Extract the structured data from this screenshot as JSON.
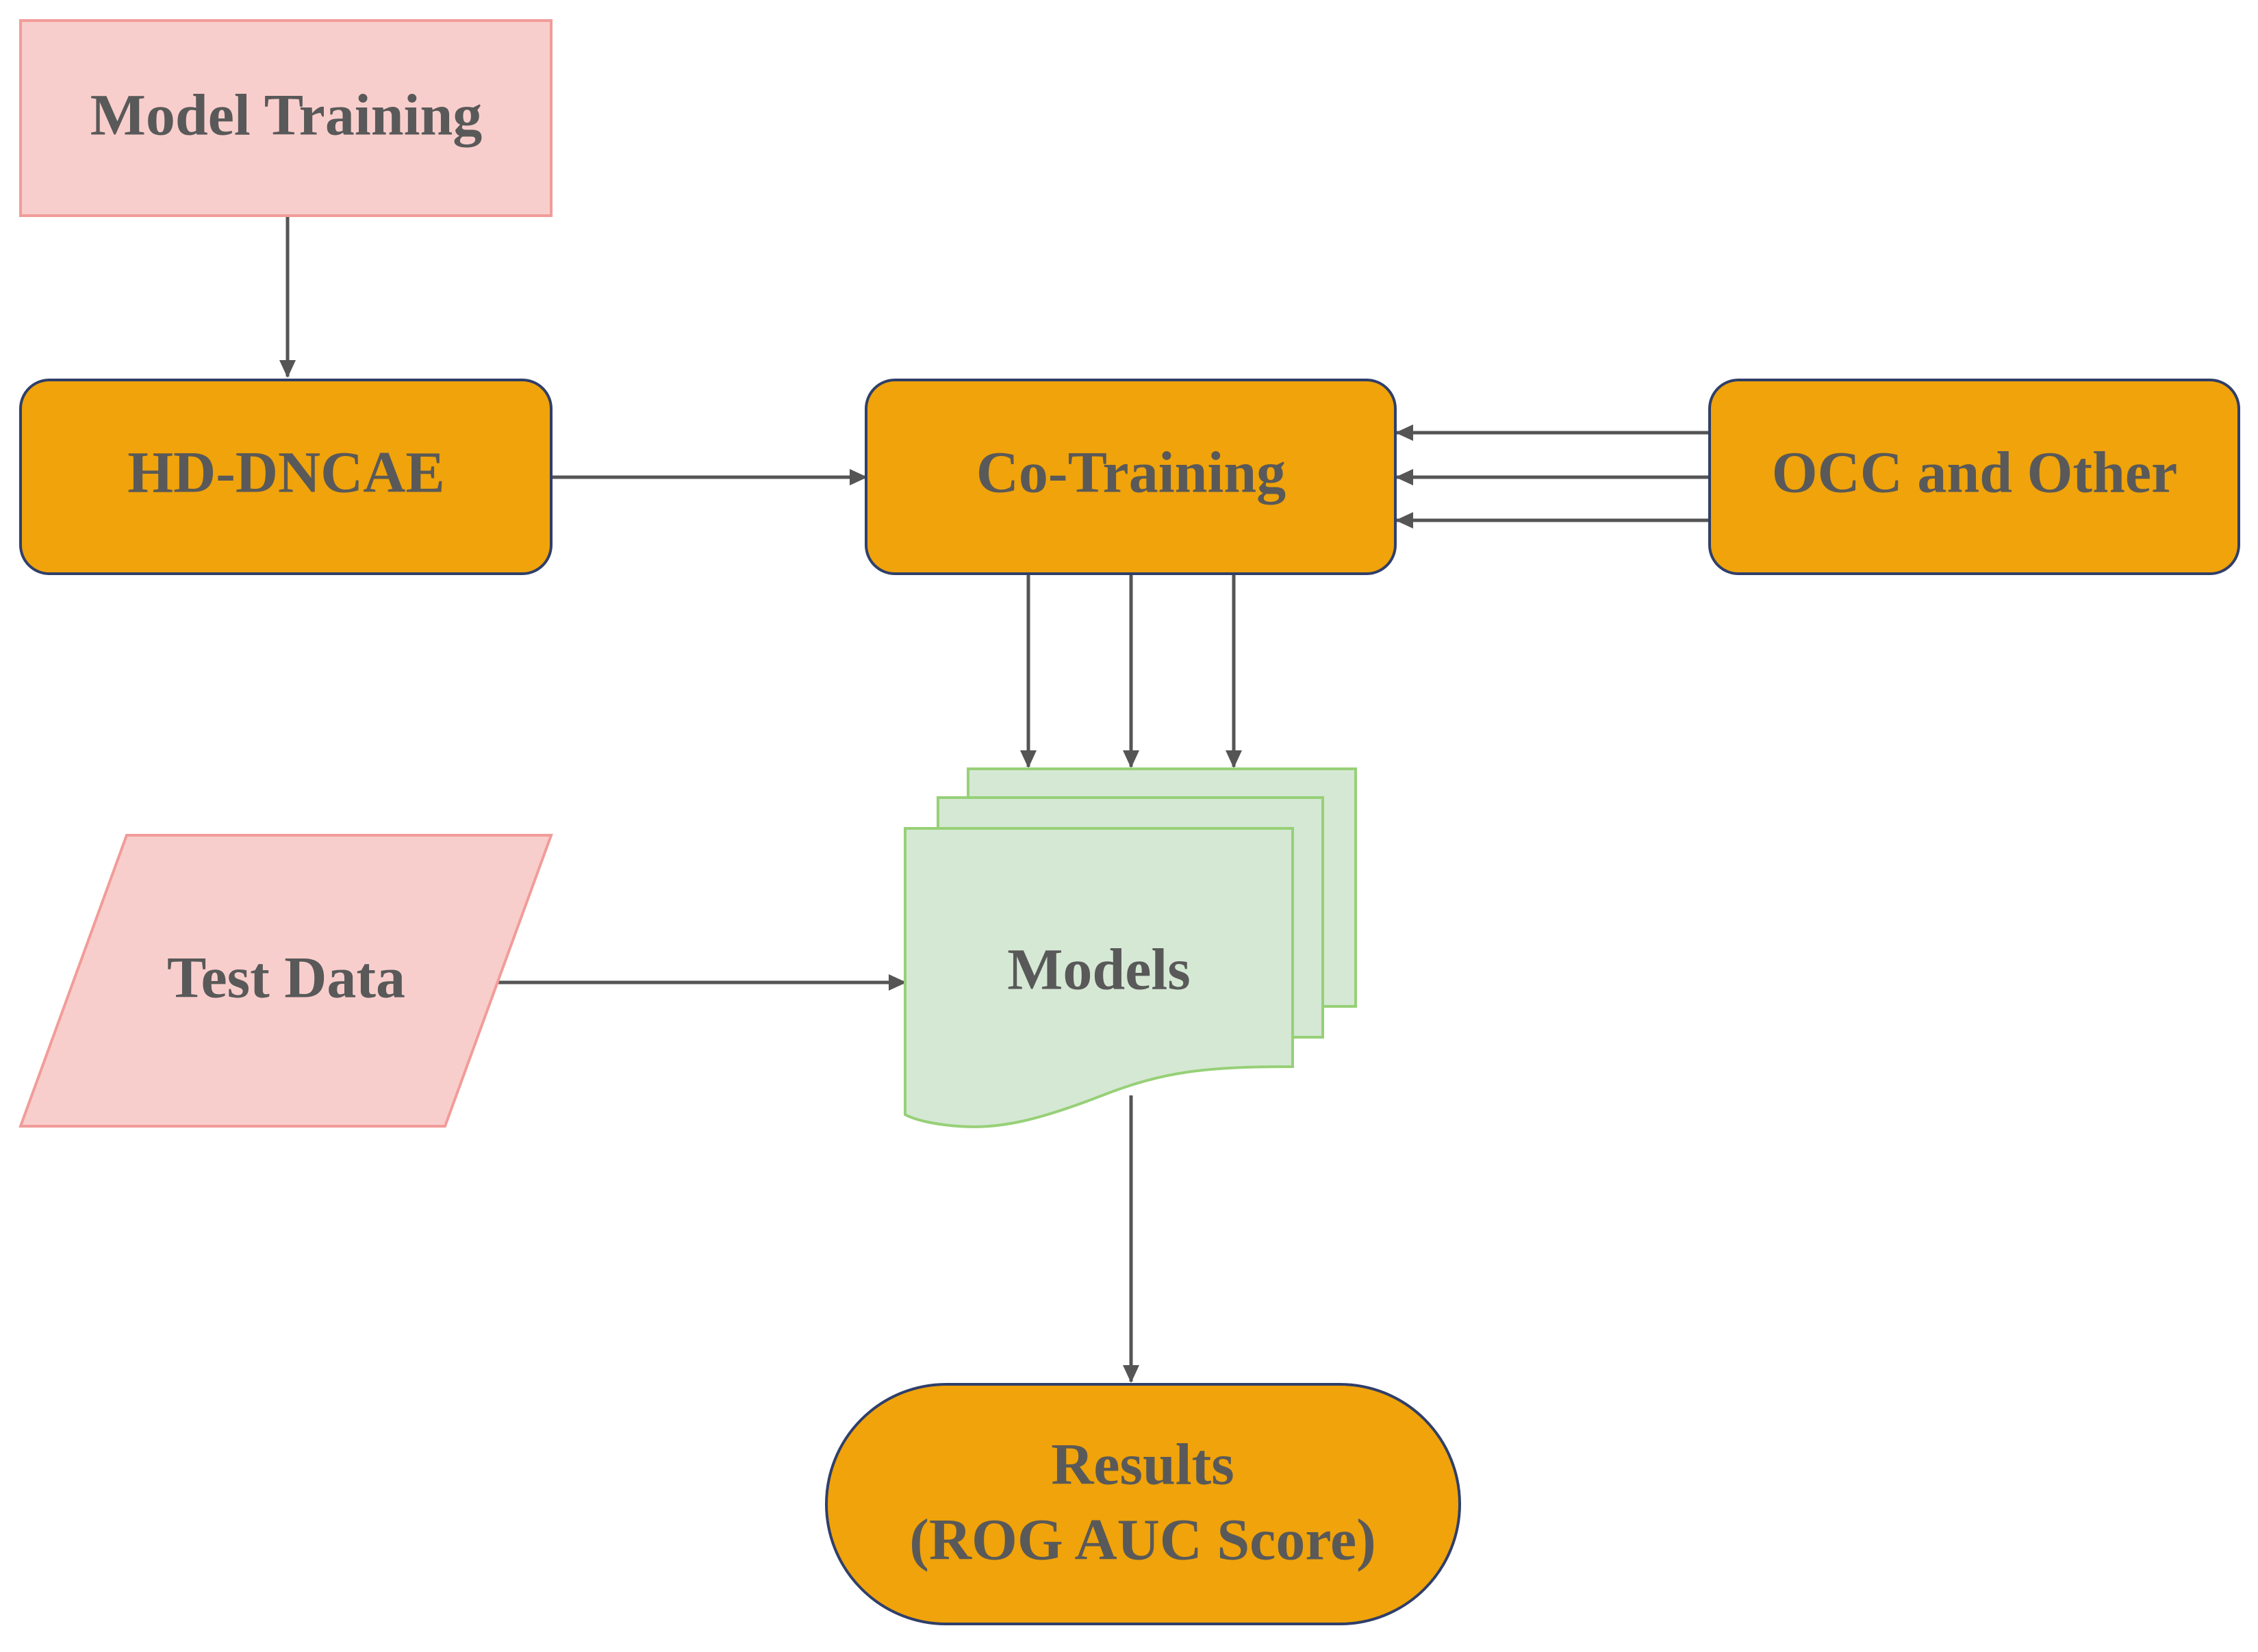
{
  "nodes": {
    "model_training": {
      "label": "Model Training"
    },
    "hd_dncae": {
      "label": "HD-DNCAE"
    },
    "co_training": {
      "label": "Co-Training"
    },
    "occ_and_other": {
      "label": "OCC and Other"
    },
    "test_data": {
      "label": "Test Data"
    },
    "models": {
      "label": "Models"
    },
    "results": {
      "line1": "Results",
      "line2": "(ROG AUC Score)"
    }
  },
  "colors": {
    "pink_fill": "#f8cecc",
    "pink_stroke": "#f19c99",
    "orange_fill": "#f0a30a",
    "navy_stroke": "#2f3f6a",
    "green_fill": "#d5e8d4",
    "green_stroke": "#97d077",
    "text": "#595959",
    "arrow": "#555555"
  }
}
